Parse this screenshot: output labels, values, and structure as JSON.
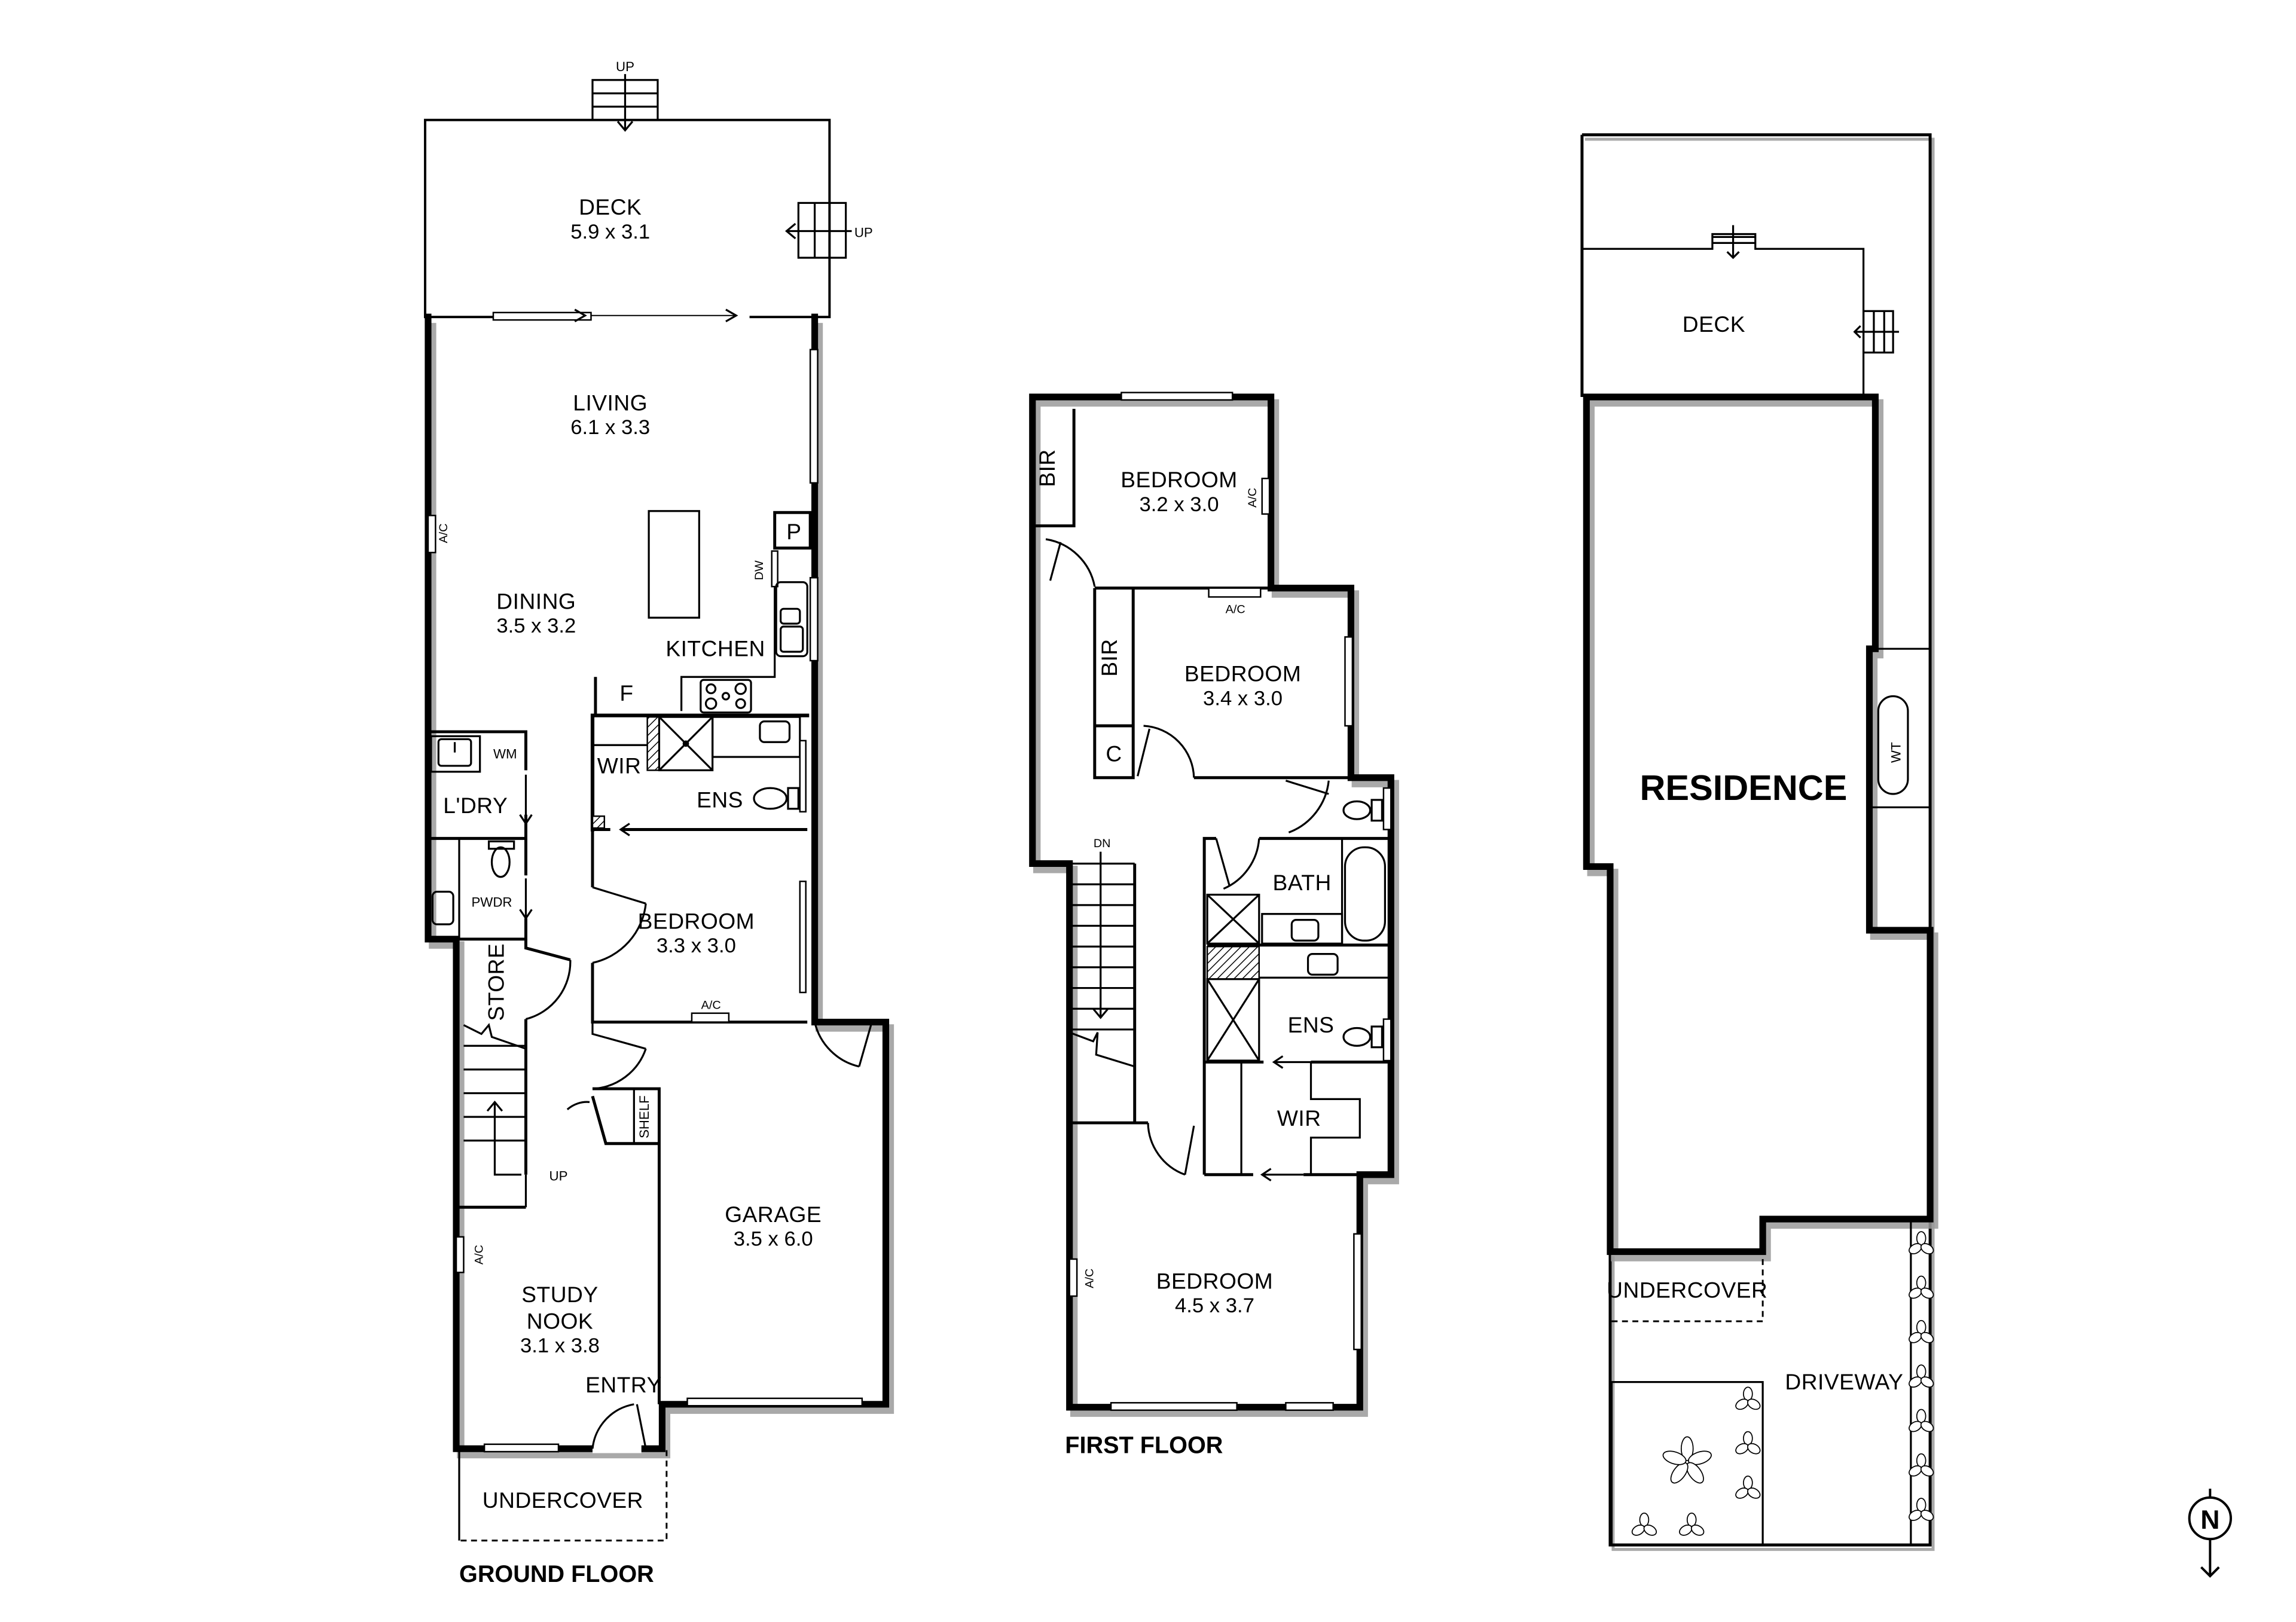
{
  "ground_floor": {
    "title": "GROUND FLOOR",
    "rooms": {
      "deck": {
        "name": "DECK",
        "dims": "5.9 x 3.1"
      },
      "living": {
        "name": "LIVING",
        "dims": "6.1 x 3.3"
      },
      "dining": {
        "name": "DINING",
        "dims": "3.5 x 3.2"
      },
      "kitchen": {
        "name": "KITCHEN"
      },
      "pantry": {
        "name": "P"
      },
      "fridge": {
        "name": "F"
      },
      "dishwasher": {
        "name": "DW"
      },
      "wir": {
        "name": "WIR"
      },
      "ens": {
        "name": "ENS"
      },
      "laundry": {
        "name": "L'DRY"
      },
      "washing_machine": {
        "name": "WM"
      },
      "powder": {
        "name": "PWDR"
      },
      "store": {
        "name": "STORE"
      },
      "bedroom": {
        "name": "BEDROOM",
        "dims": "3.3 x 3.0"
      },
      "shelf": {
        "name": "SHELF"
      },
      "garage": {
        "name": "GARAGE",
        "dims": "3.5 x 6.0"
      },
      "study": {
        "name_line1": "STUDY",
        "name_line2": "NOOK",
        "dims": "3.1 x 3.8"
      },
      "entry": {
        "name": "ENTRY"
      },
      "undercover": {
        "name": "UNDERCOVER"
      }
    },
    "annotations": {
      "up_top": "UP",
      "up_right": "UP",
      "up_stairs": "UP",
      "ac_dining": "A/C",
      "ac_bedroom": "A/C",
      "ac_study": "A/C"
    }
  },
  "first_floor": {
    "title": "FIRST FLOOR",
    "rooms": {
      "bedroom1": {
        "name": "BEDROOM",
        "dims": "3.2 x 3.0"
      },
      "bir1": {
        "name": "BIR"
      },
      "bedroom2": {
        "name": "BEDROOM",
        "dims": "3.4 x 3.0"
      },
      "bir2": {
        "name": "BIR"
      },
      "linen": {
        "name": "C"
      },
      "bath": {
        "name": "BATH"
      },
      "ens": {
        "name": "ENS"
      },
      "wir": {
        "name": "WIR"
      },
      "master": {
        "name": "BEDROOM",
        "dims": "4.5 x 3.7"
      }
    },
    "annotations": {
      "dn": "DN",
      "ac_bed1": "A/C",
      "ac_bed2": "A/C",
      "ac_master": "A/C"
    }
  },
  "site_plan": {
    "deck": "DECK",
    "residence": "RESIDENCE",
    "water_tank": "WT",
    "undercover": "UNDERCOVER",
    "driveway": "DRIVEWAY"
  },
  "north_arrow": {
    "label": "N"
  }
}
